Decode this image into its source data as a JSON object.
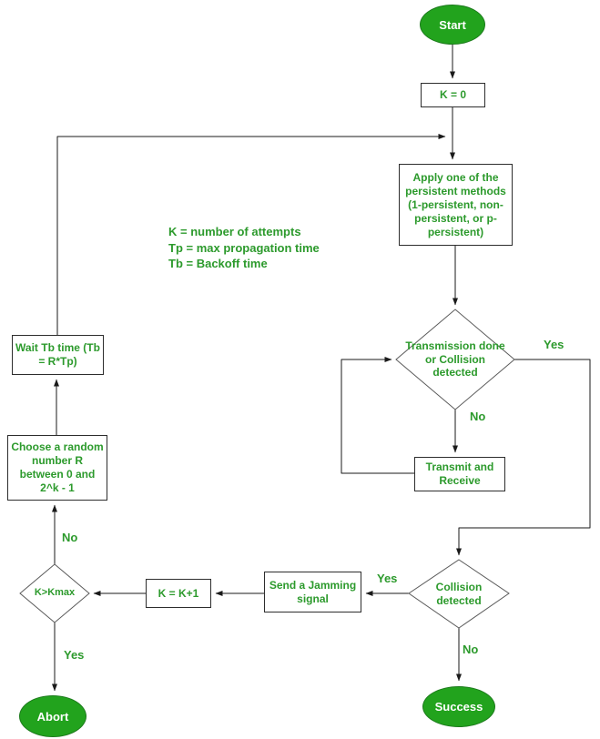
{
  "colors": {
    "node_fill": "#22a31d",
    "terminal_text": "#ffffff",
    "text_green": "#2c9a2c",
    "rect_border": "#2d2d2d",
    "diamond_border": "#5a5a5a",
    "edge_color": "#1a1a1a"
  },
  "nodes": {
    "start": "Start",
    "k_init": "K = 0",
    "apply_method": "Apply one of the persistent methods (1-persistent, non-persistent, or p-persistent)",
    "transmission_check": "Transmission done or Collision detected",
    "transmit_receive": "Transmit and Receive",
    "collision_check": "Collision detected",
    "send_jamming": "Send a Jamming signal",
    "increment_k": "K = K+1",
    "kmax_check": "K>Kmax",
    "choose_random": "Choose a random number R between 0 and 2^k - 1",
    "wait_tb": "Wait Tb time (Tb = R*Tp)",
    "abort": "Abort",
    "success": "Success"
  },
  "edge_labels": {
    "transmission_yes": "Yes",
    "transmission_no": "No",
    "collision_yes": "Yes",
    "collision_no": "No",
    "kmax_no": "No",
    "kmax_yes": "Yes"
  },
  "legend": {
    "lines": [
      "K = number of attempts",
      "Tp = max propagation time",
      "Tb = Backoff time"
    ]
  }
}
